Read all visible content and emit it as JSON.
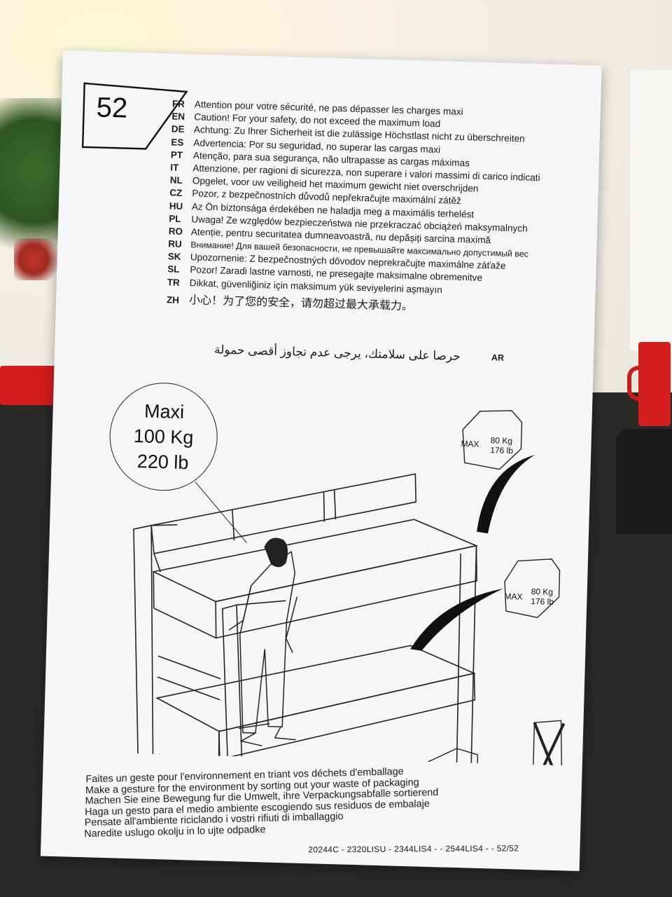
{
  "page_number": "52",
  "warnings": [
    {
      "code": "FR",
      "text": "Attention pour votre sécurité, ne pas dépasser les charges maxi"
    },
    {
      "code": "EN",
      "text": "Caution! For your safety, do not exceed the maximum load"
    },
    {
      "code": "DE",
      "text": "Achtung: Zu Ihrer Sicherheit ist die zulässige Höchstlast nicht zu überschreiten"
    },
    {
      "code": "ES",
      "text": "Advertencia: Por su seguridad, no superar las cargas maxi"
    },
    {
      "code": "PT",
      "text": "Atenção, para sua segurança, não ultrapasse as cargas máximas"
    },
    {
      "code": "IT",
      "text": "Attenzione, per ragioni di sicurezza, non superare i valori massimi di carico indicati"
    },
    {
      "code": "NL",
      "text": "Opgelet, voor uw veiligheid het maximum gewicht niet overschrijden"
    },
    {
      "code": "CZ",
      "text": "Pozor, z bezpečnostních důvodů nepřekračujte maximální zátěž"
    },
    {
      "code": "HU",
      "text": "Az Ön biztonsága érdekében ne haladja meg a maximális terhelést"
    },
    {
      "code": "PL",
      "text": "Uwaga! Ze względów bezpieczeństwa nie przekraczać obciążeń maksymalnych"
    },
    {
      "code": "RO",
      "text": "Atenție, pentru securitatea dumneavoastră, nu depășiți sarcina maximă"
    },
    {
      "code": "RU",
      "text": "Внимание! Для вашей безопасности, не превышайте максимально допустимый вес"
    },
    {
      "code": "SK",
      "text": "Upozornenie: Z bezpečnostných dôvodov neprekračujte maximálne záťaže"
    },
    {
      "code": "SL",
      "text": "Pozor! Zaradi lastne varnosti, ne presegajte maksimalne obremenitve"
    },
    {
      "code": "TR",
      "text": "Dikkat, güvenliğiniz için maksimum yük seviyelerini aşmayın"
    },
    {
      "code": "ZH",
      "text": "小心！为了您的安全，请勿超过最大承载力。"
    }
  ],
  "arabic": {
    "code": "AR",
    "text": "حرصا على سلامتك، يرجى عدم تجاوز أقصى حمولة"
  },
  "maxi": {
    "label": "Maxi",
    "kg": "100 Kg",
    "lb": "220 lb"
  },
  "upper_box": {
    "max": "MAX",
    "kg": "80 Kg",
    "lb": "176 lb"
  },
  "lower_box": {
    "max": "MAX",
    "kg": "80 Kg",
    "lb": "176 lb"
  },
  "footer_lines": [
    "Faites un geste pour l'environnement en triant vos déchets d'emballage",
    "Make a gesture for the environment by sorting out your waste of packaging",
    "Machen Sie eine Bewegung fur die Umwelt, ihre Verpackungsabfalle sortierend",
    "Haga un gesto para el medio ambiente escogiendo sus residuos de embalaje",
    "Pensate all'ambiente riciclando i vostri rifiuti di imballaggio",
    "Naredite uslugo okolju in lo ujte odpadke"
  ],
  "refs": "20244C - 2320LISU - 2344LIS4 -  - 2544LIS4 -  - 52/52"
}
